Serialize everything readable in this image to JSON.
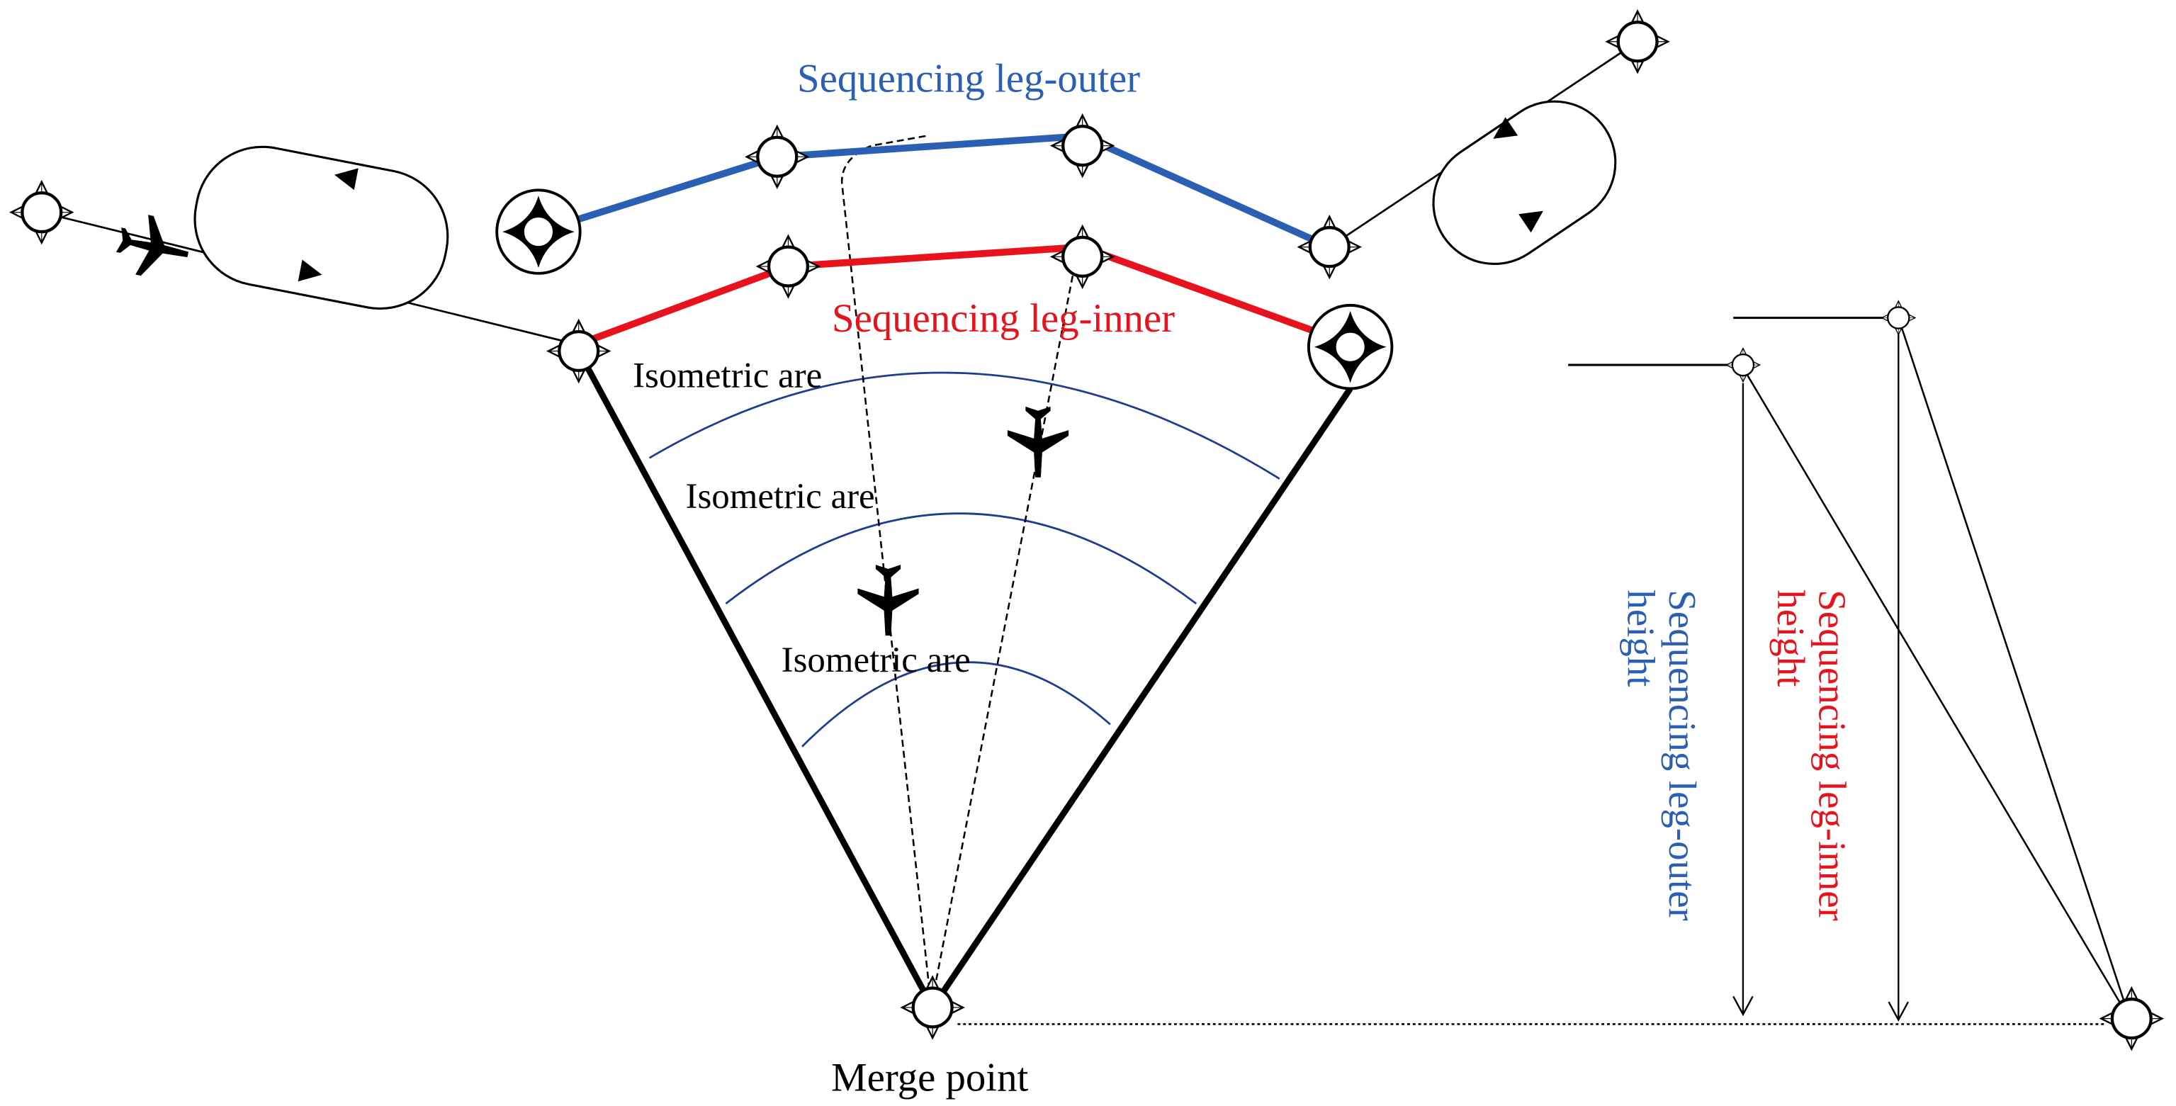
{
  "labels": {
    "outer_leg": "Sequencing leg-outer",
    "inner_leg": "Sequencing leg-inner",
    "arc_1": "Isometric are",
    "arc_2": "Isometric are",
    "arc_3": "Isometric are",
    "merge_point": "Merge point",
    "outer_height_line1": "Sequencing leg-outer",
    "outer_height_line2": "height",
    "inner_height_line1": "Sequencing leg-inner",
    "inner_height_line2": "height"
  },
  "colors": {
    "outer_leg": "#2b5fb3",
    "inner_leg": "#e8121c",
    "isometric_arc": "#1f3d8f",
    "structure": "#000000"
  },
  "icons": [
    "waypoint-icon",
    "flyover-waypoint-icon",
    "aircraft-icon",
    "holding-pattern-icon",
    "arrowhead-icon"
  ]
}
